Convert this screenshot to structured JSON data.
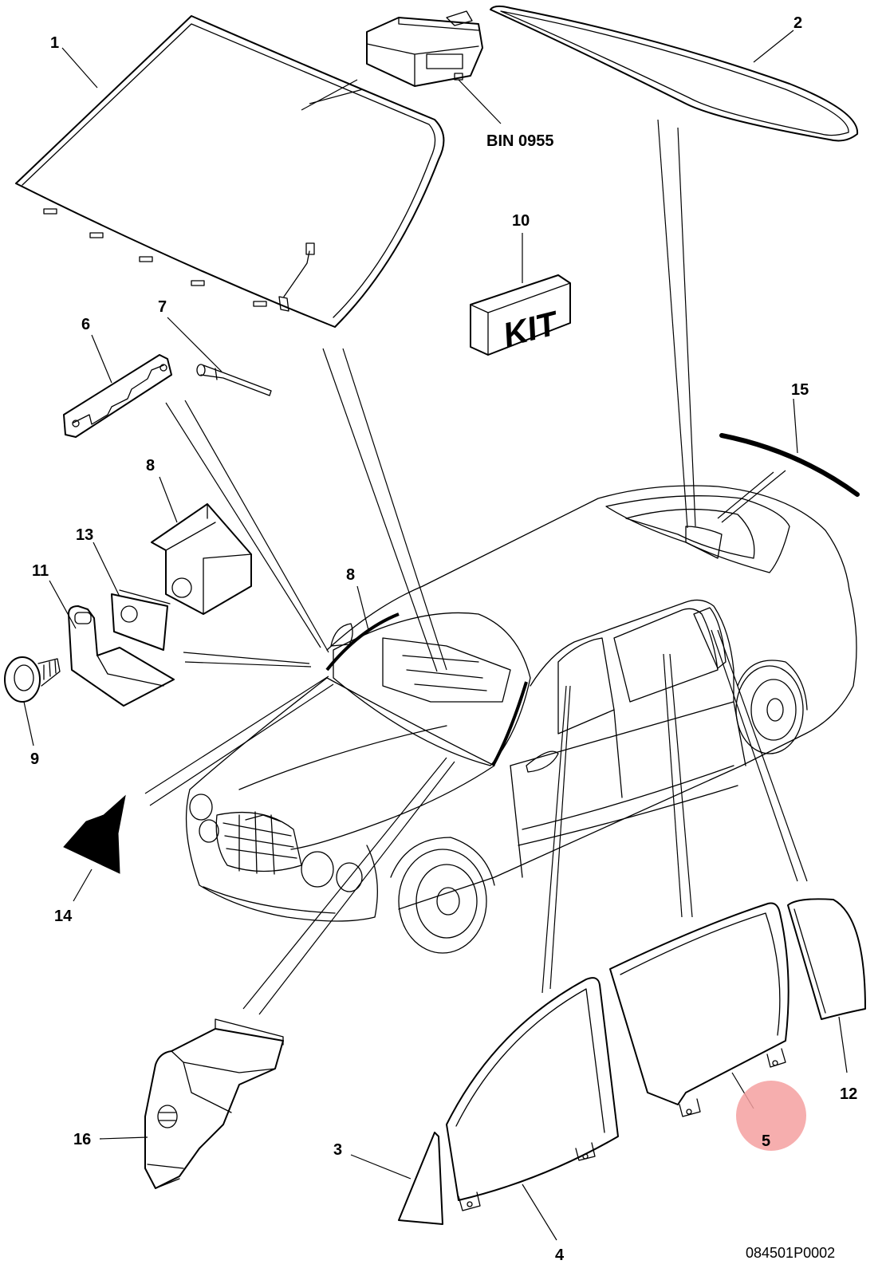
{
  "callouts": {
    "p1": "1",
    "p2": "2",
    "p3": "3",
    "p4": "4",
    "p5": "5",
    "p6": "6",
    "p7": "7",
    "p8_top": "8",
    "p8_car": "8",
    "p9": "9",
    "p10": "10",
    "p11": "11",
    "p12": "12",
    "p13": "13",
    "p14": "14",
    "p15": "15",
    "p16": "16",
    "bin": "BIN 0955"
  },
  "kit_label": "KIT",
  "drawing_number": "084501P0002",
  "highlight": {
    "target_callout": "5",
    "color": "#f4a0a0"
  }
}
